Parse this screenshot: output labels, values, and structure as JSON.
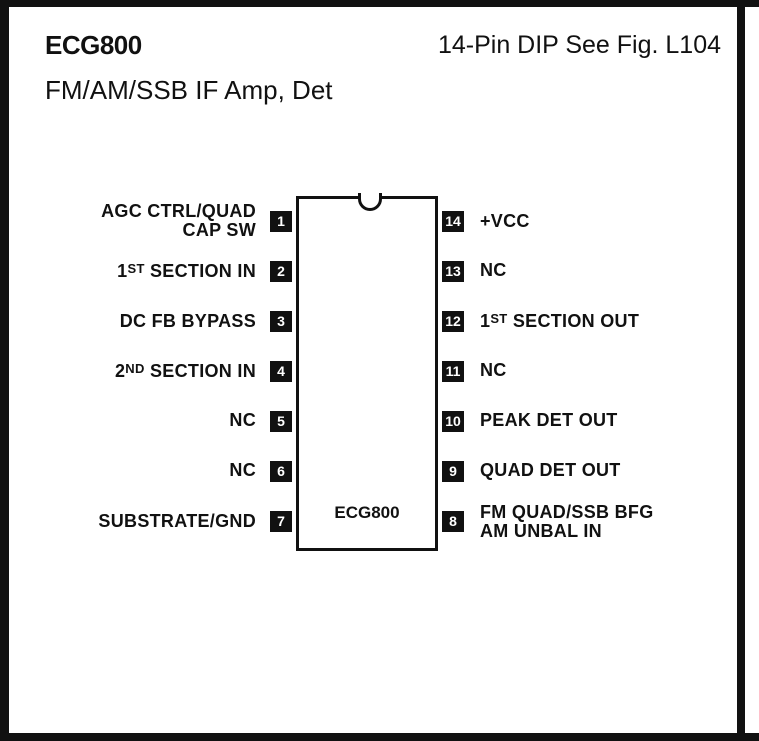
{
  "header": {
    "part_number": "ECG800",
    "package": "14-Pin DIP See Fig. L104",
    "subtitle": "FM/AM/SSB IF Amp, Det"
  },
  "chip": {
    "label": "ECG800"
  },
  "pins_left": [
    {
      "number": "1",
      "line1": "AGC CTRL/QUAD",
      "line2": "CAP SW"
    },
    {
      "number": "2",
      "prefix": "1",
      "sup": "ST",
      "text": " SECTION IN"
    },
    {
      "number": "3",
      "text": "DC FB BYPASS"
    },
    {
      "number": "4",
      "prefix": "2",
      "sup": "ND",
      "text": " SECTION IN"
    },
    {
      "number": "5",
      "text": "NC"
    },
    {
      "number": "6",
      "text": "NC"
    },
    {
      "number": "7",
      "text": "SUBSTRATE/GND"
    }
  ],
  "pins_right": [
    {
      "number": "14",
      "text": "+VCC"
    },
    {
      "number": "13",
      "text": "NC"
    },
    {
      "number": "12",
      "prefix": "1",
      "sup": "ST",
      "text": " SECTION OUT"
    },
    {
      "number": "11",
      "text": "NC"
    },
    {
      "number": "10",
      "text": "PEAK DET OUT"
    },
    {
      "number": "9",
      "text": "QUAD DET OUT"
    },
    {
      "number": "8",
      "line1": "FM QUAD/SSB BFG",
      "line2": "AM UNBAL IN"
    }
  ]
}
